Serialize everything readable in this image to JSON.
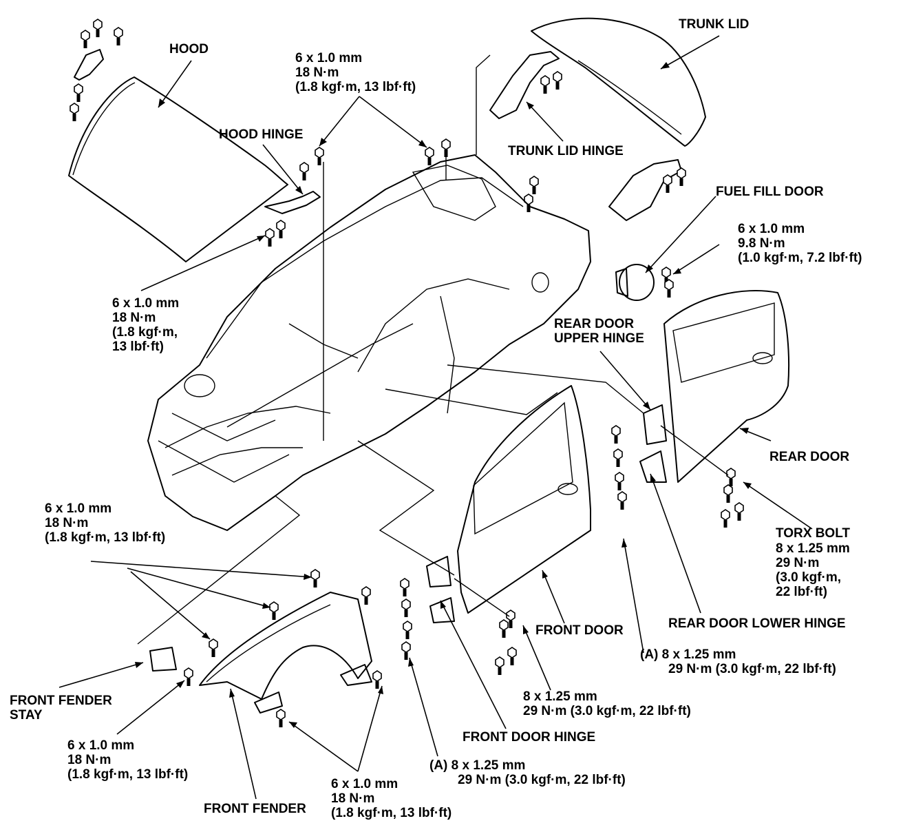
{
  "labels": {
    "hood": "HOOD",
    "hood_hinge": "HOOD HINGE",
    "trunk_lid": "TRUNK LID",
    "trunk_lid_hinge": "TRUNK LID HINGE",
    "fuel_fill_door": "FUEL FILL DOOR",
    "rear_door_upper_hinge": [
      "REAR DOOR",
      "UPPER HINGE"
    ],
    "rear_door": "REAR DOOR",
    "torx_bolt": "TORX BOLT",
    "front_door": "FRONT DOOR",
    "rear_door_lower_hinge": "REAR DOOR LOWER HINGE",
    "front_door_hinge": "FRONT DOOR HINGE",
    "front_fender_stay": [
      "FRONT FENDER",
      "STAY"
    ],
    "front_fender": "FRONT FENDER"
  },
  "specs": {
    "top_center": [
      "6 x 1.0 mm",
      "18 N·m",
      "(1.8 kgf·m, 13 lbf·ft)"
    ],
    "hood_left": [
      "6 x 1.0 mm",
      "18 N·m",
      "(1.8 kgf·m,",
      "13 lbf·ft)"
    ],
    "fuel_door": [
      "6 x 1.0 mm",
      "9.8 N·m",
      "(1.0 kgf·m, 7.2 lbf·ft)"
    ],
    "fender_top": [
      "6 x 1.0 mm",
      "18 N·m",
      "(1.8 kgf·m, 13 lbf·ft)"
    ],
    "torx": [
      "8 x 1.25 mm",
      "29 N·m",
      "(3.0 kgf·m,",
      "22 lbf·ft)"
    ],
    "rear_door_a": [
      "(A)  8 x 1.25 mm",
      "29 N·m (3.0 kgf·m, 22 lbf·ft)"
    ],
    "front_door_bolt": [
      "8 x 1.25 mm",
      "29 N·m (3.0 kgf·m, 22 lbf·ft)"
    ],
    "front_door_a": [
      "(A)  8 x 1.25 mm",
      "29 N·m (3.0 kgf·m, 22 lbf·ft)"
    ],
    "fender_stay_bolt": [
      "6 x 1.0 mm",
      "18 N·m",
      "(1.8 kgf·m, 13 lbf·ft)"
    ],
    "fender_bottom": [
      "6 x 1.0 mm",
      "18 N·m",
      "(1.8 kgf·m, 13 lbf·ft)"
    ]
  }
}
